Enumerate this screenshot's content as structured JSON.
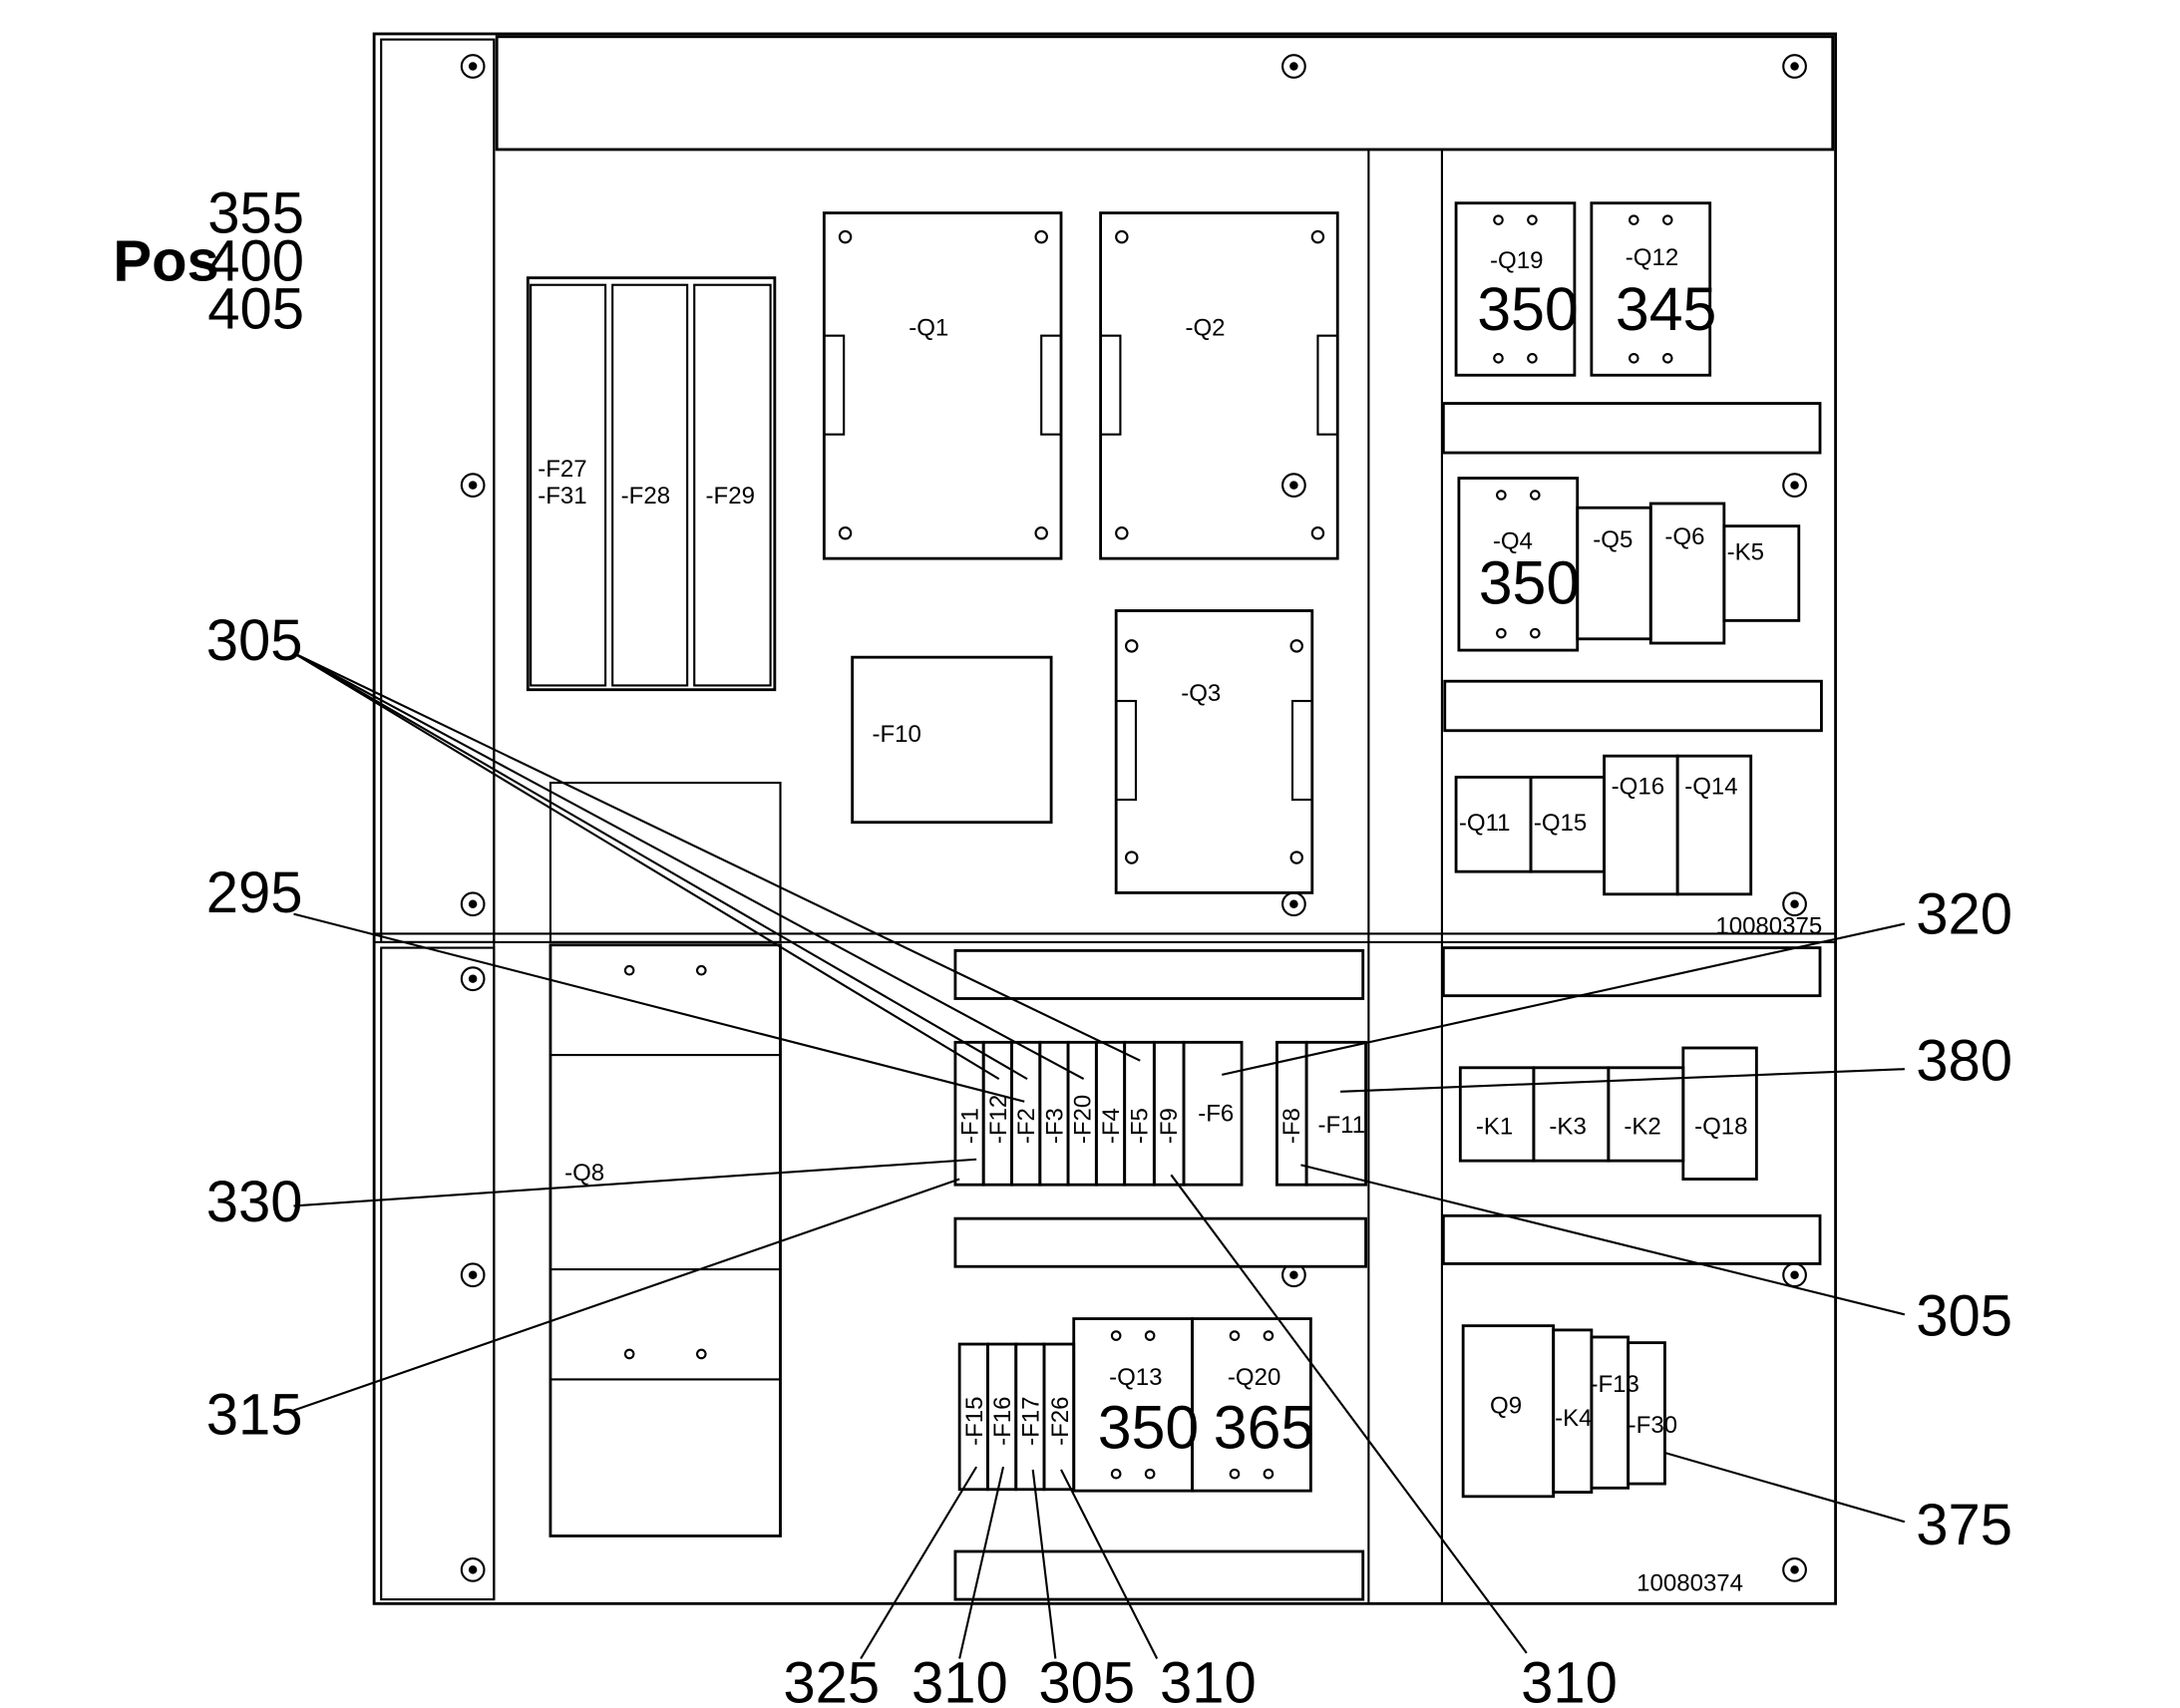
{
  "pos_label": "Pos",
  "pos_numbers": [
    "355",
    "400",
    "405"
  ],
  "drawing_numbers": {
    "upper": "10080375",
    "lower": "10080374"
  },
  "components": {
    "F27": "-F27",
    "F31": "-F31",
    "F28": "-F28",
    "F29": "-F29",
    "Q1": "-Q1",
    "Q2": "-Q2",
    "Q3": "-Q3",
    "F10": "-F10",
    "Q19": "-Q19",
    "Q12": "-Q12",
    "Q4": "-Q4",
    "Q5": "-Q5",
    "Q6": "-Q6",
    "K5": "-K5",
    "Q11": "-Q11",
    "Q15": "-Q15",
    "Q16": "-Q16",
    "Q14": "-Q14",
    "Q8": "-Q8",
    "F1": "-F1",
    "F12": "-F12",
    "F2": "-F2",
    "F3": "-F3",
    "F20": "-F20",
    "F4": "-F4",
    "F5": "-F5",
    "F9": "-F9",
    "F6": "-F6",
    "F8": "-F8",
    "F11": "-F11",
    "K1": "-K1",
    "K3": "-K3",
    "K2": "-K2",
    "Q18": "-Q18",
    "F15": "-F15",
    "F16": "-F16",
    "F17": "-F17",
    "F26": "-F26",
    "Q13": "-Q13",
    "Q20": "-Q20",
    "Q9": "Q9",
    "K4": "-K4",
    "F13": "-F13",
    "F30": "-F30"
  },
  "inner_numbers": {
    "q19": "350",
    "q12": "345",
    "q4": "350",
    "q13": "350",
    "q20": "365"
  },
  "callouts": {
    "c305_left": "305",
    "c295": "295",
    "c330": "330",
    "c315": "315",
    "c320": "320",
    "c380": "380",
    "c305_right": "305",
    "c375": "375",
    "c310_right": "310",
    "c325": "325",
    "c310_a": "310",
    "c305_bottom": "305",
    "c310_b": "310"
  }
}
